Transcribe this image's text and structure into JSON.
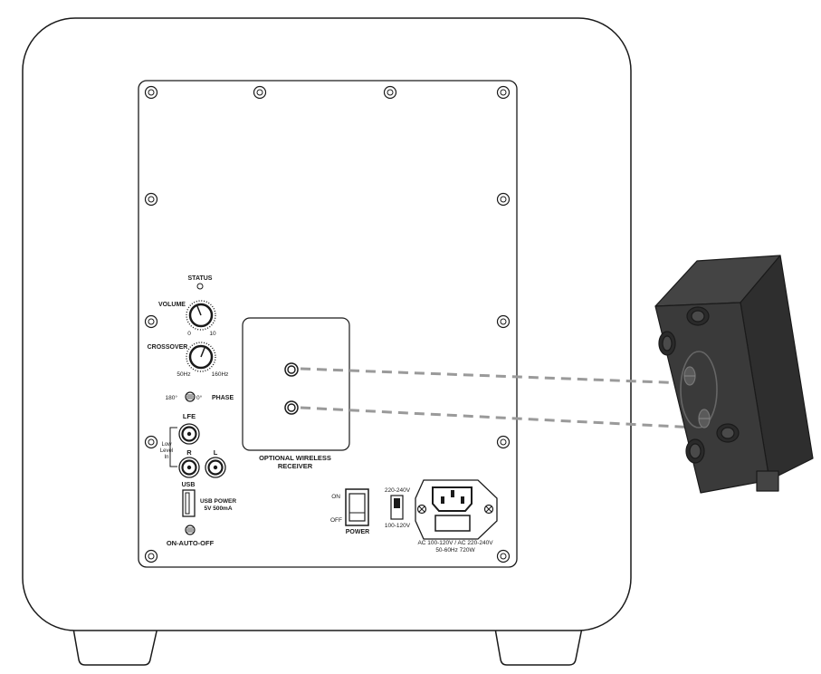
{
  "labels": {
    "status": "STATUS",
    "volume": "VOLUME",
    "volume_min": "0",
    "volume_max": "10",
    "crossover": "CROSSOVER",
    "crossover_min": "50Hz",
    "crossover_max": "160Hz",
    "phase_180": "180°",
    "phase_0": "0°",
    "phase": "PHASE",
    "lfe": "LFE",
    "low_level_in_1": "Low",
    "low_level_in_2": "Level",
    "low_level_in_3": "In",
    "right": "R",
    "left": "L",
    "usb": "USB",
    "usb_power_1": "USB POWER",
    "usb_power_2": "5V 500mA",
    "auto_switch": "ON-AUTO-OFF",
    "wireless_1": "OPTIONAL WIRELESS",
    "wireless_2": "RECEIVER",
    "on": "ON",
    "off": "OFF",
    "power": "POWER",
    "voltage_high": "220-240V",
    "voltage_low": "100-120V",
    "ac_rating_1": "AC 100-120V / AC 220-240V",
    "ac_rating_2": "50-60Hz 720W"
  },
  "colors": {
    "line": "#1a1a1a",
    "receiver_body": "#2e2e2e",
    "receiver_face": "#3a3a3a",
    "dash": "#9a9a9a"
  }
}
